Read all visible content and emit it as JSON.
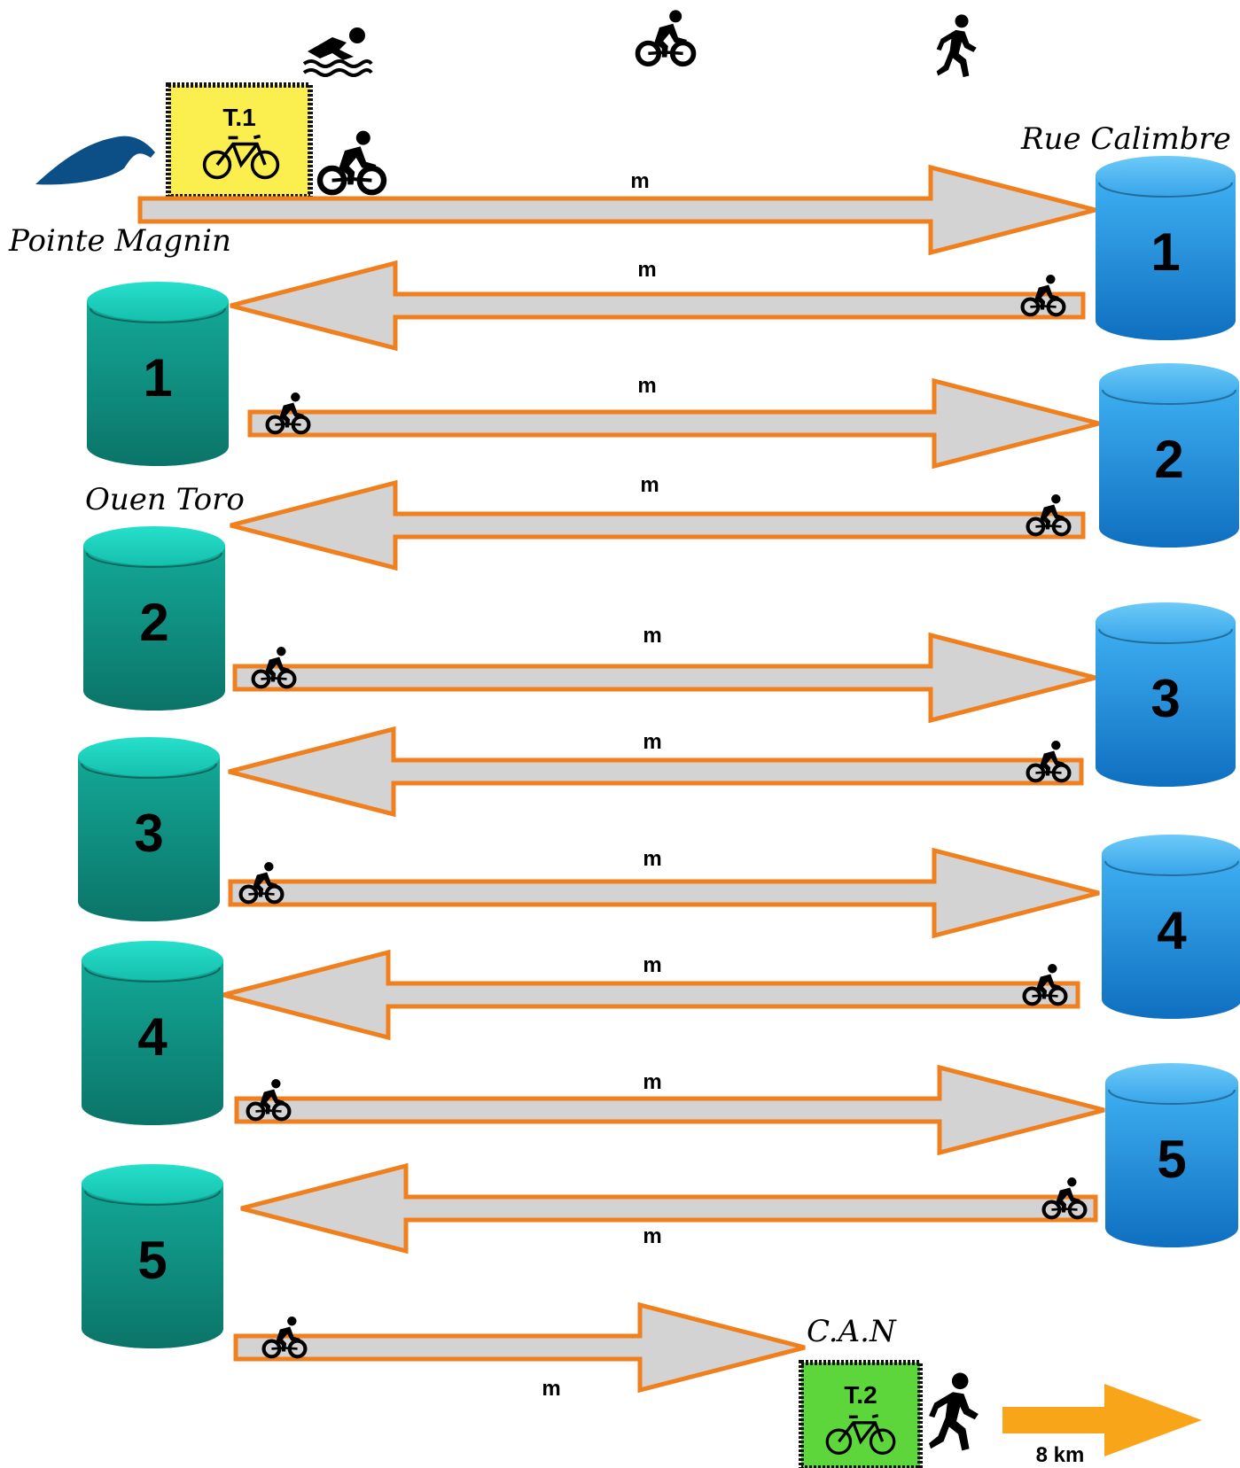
{
  "legend_icons": [
    "swimmer-icon",
    "cyclist-icon",
    "runner-icon"
  ],
  "places": {
    "start": "Pointe Magnin",
    "right": "Rue Calimbre",
    "left": "Ouen Toro",
    "finish": "C.A.N"
  },
  "transitions": {
    "t1": "T.1",
    "t2": "T.2"
  },
  "arrows": [
    {
      "label": "m",
      "direction": "right"
    },
    {
      "label": "m",
      "direction": "left"
    },
    {
      "label": "m",
      "direction": "right"
    },
    {
      "label": "m",
      "direction": "left"
    },
    {
      "label": "m",
      "direction": "right"
    },
    {
      "label": "m",
      "direction": "left"
    },
    {
      "label": "m",
      "direction": "right"
    },
    {
      "label": "m",
      "direction": "left"
    },
    {
      "label": "m",
      "direction": "right"
    },
    {
      "label": "m",
      "direction": "left"
    },
    {
      "label": "m",
      "direction": "right"
    }
  ],
  "right_cylinders": [
    "1",
    "2",
    "3",
    "4",
    "5"
  ],
  "left_cylinders": [
    "1",
    "2",
    "3",
    "4",
    "5"
  ],
  "run": {
    "label": "8 km"
  },
  "colors": {
    "arrow_fill": "#d3d3d3",
    "arrow_stroke": "#f07f1e",
    "right_cylinder": "#1a8fe0",
    "left_cylinder": "#16b8a4",
    "t1_box": "#fbee4f",
    "t2_box": "#5dd63c",
    "run_arrow": "#f9a51a",
    "swimmer": "#0b4f86"
  }
}
